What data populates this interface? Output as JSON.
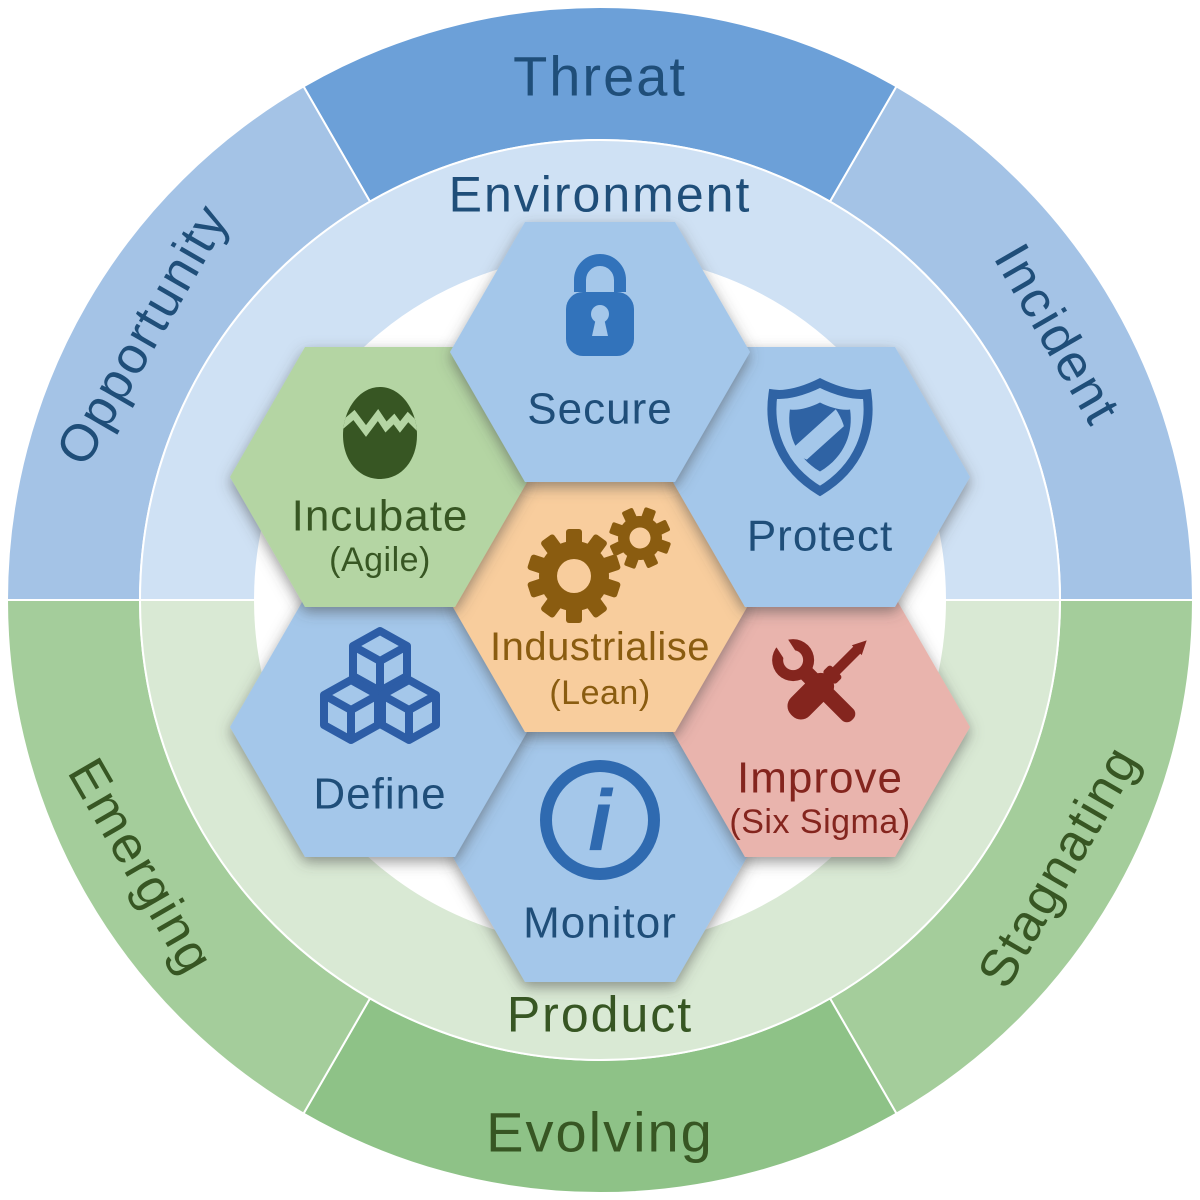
{
  "diagram": {
    "name": "lifecycle-rings-hexagons",
    "background": "#ffffff",
    "outer_ring": [
      {
        "label": "Threat",
        "fill": "#6ca0d8",
        "text_color": "#1f4e79",
        "position": "top"
      },
      {
        "label": "Incident",
        "fill": "#a4c3e6",
        "text_color": "#1f4e79",
        "position": "upper-right"
      },
      {
        "label": "Stagnating",
        "fill": "#a4cd9b",
        "text_color": "#375623",
        "position": "lower-right"
      },
      {
        "label": "Evolving",
        "fill": "#8ec287",
        "text_color": "#375623",
        "position": "bottom"
      },
      {
        "label": "Emerging",
        "fill": "#a4cd9b",
        "text_color": "#375623",
        "position": "lower-left"
      },
      {
        "label": "Opportunity",
        "fill": "#a4c3e6",
        "text_color": "#1f4e79",
        "position": "upper-left"
      }
    ],
    "inner_ring": [
      {
        "label": "Environment",
        "fill": "#cfe1f4",
        "text_color": "#1f4e79",
        "position": "top-half"
      },
      {
        "label": "Product",
        "fill": "#d9e9d4",
        "text_color": "#375623",
        "position": "bottom-half"
      }
    ],
    "hexagons": [
      {
        "label": "Secure",
        "sublabel": "",
        "icon": "lock-icon",
        "fill": "#a4c7ea",
        "icon_color": "#3273bb",
        "text_color": "#1f4e79",
        "position": "top"
      },
      {
        "label": "Protect",
        "sublabel": "",
        "icon": "shield-icon",
        "fill": "#a4c7ea",
        "icon_color": "#2f63a4",
        "text_color": "#1f4e79",
        "position": "upper-right"
      },
      {
        "label": "Incubate",
        "sublabel": "(Agile)",
        "icon": "hatching-egg-icon",
        "fill": "#b4d5a3",
        "icon_color": "#375623",
        "text_color": "#375623",
        "position": "upper-left"
      },
      {
        "label": "Industrialise",
        "sublabel": "(Lean)",
        "icon": "gears-icon",
        "fill": "#f8cd9d",
        "icon_color": "#8a5c10",
        "text_color": "#8a5c10",
        "position": "center"
      },
      {
        "label": "Define",
        "sublabel": "",
        "icon": "cubes-icon",
        "fill": "#a4c7ea",
        "icon_color": "#2d5da6",
        "text_color": "#1f4e79",
        "position": "lower-left"
      },
      {
        "label": "Improve",
        "sublabel": "(Six Sigma)",
        "icon": "screwdriver-wrench-icon",
        "fill": "#e9b4ad",
        "icon_color": "#84251e",
        "text_color": "#84251e",
        "position": "lower-right"
      },
      {
        "label": "Monitor",
        "sublabel": "",
        "icon": "info-icon",
        "fill": "#a4c7ea",
        "icon_color": "#2f6ab0",
        "text_color": "#1f4e79",
        "position": "bottom"
      }
    ]
  }
}
